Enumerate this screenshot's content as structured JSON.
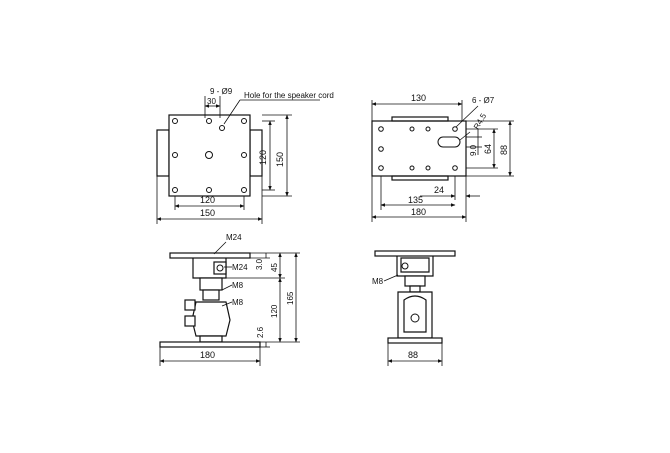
{
  "drawings": {
    "top_left": {
      "holes_label": "9 - Ø9",
      "hole_spacing": "30",
      "cord_hole_label": "Hole for the speaker cord",
      "dim_120_v": "120",
      "dim_150_v": "150",
      "dim_120_h": "120",
      "dim_150_h": "150"
    },
    "top_right": {
      "dim_130": "130",
      "holes_label": "6 - Ø7",
      "radius": "R4.5",
      "dim_9": "9.0",
      "dim_64": "64",
      "dim_88": "88",
      "dim_24": "24",
      "dim_135": "135",
      "dim_180": "180"
    },
    "bottom_left": {
      "thread_top": "M24",
      "thread_mid": "M24",
      "bolt_1": "M8",
      "bolt_2": "M8",
      "dim_3": "3.0",
      "dim_45": "45",
      "dim_165": "165",
      "dim_120": "120",
      "dim_2_6": "2.6",
      "dim_180": "180"
    },
    "bottom_right": {
      "bolt": "M8",
      "dim_88": "88"
    }
  }
}
